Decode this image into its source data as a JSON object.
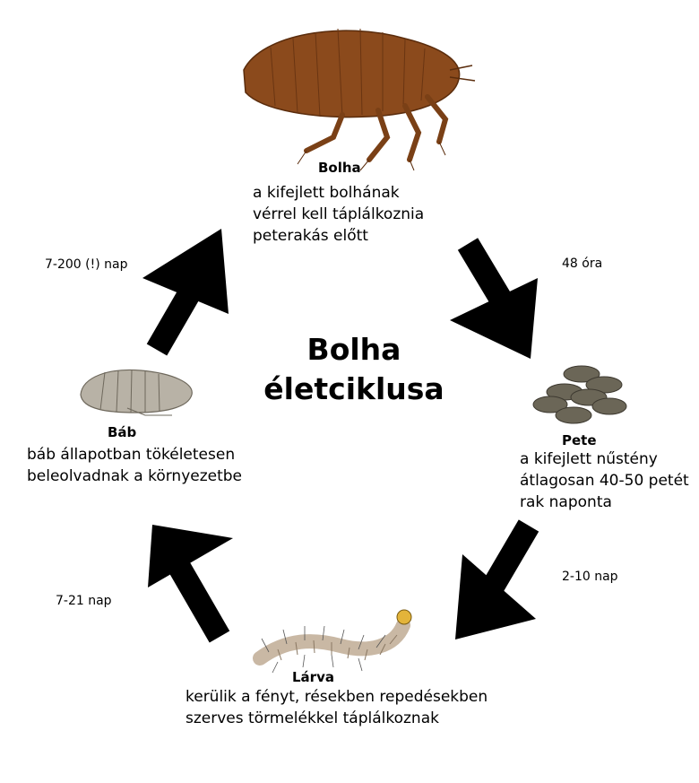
{
  "title": {
    "line1": "Bolha",
    "line2": "életciklusa"
  },
  "stages": {
    "adult": {
      "name": "Bolha",
      "desc": [
        "a kifejlett bolhának",
        "vérrel kell táplálkoznia",
        "peterakás előtt"
      ]
    },
    "egg": {
      "name": "Pete",
      "desc": [
        "a kifejlett nűstény",
        "átlagosan 40-50 petét",
        "rak naponta"
      ]
    },
    "larva": {
      "name": "Lárva",
      "desc": [
        "kerülik a fényt, résekben repedésekben",
        "szerves törmelékkel táplálkoznak"
      ]
    },
    "pupa": {
      "name": "Báb",
      "desc": [
        "báb állapotban tökéletesen",
        "beleolvadnak a környezetbe"
      ]
    }
  },
  "durations": {
    "adult_to_egg": "48 óra",
    "egg_to_larva": "2-10 nap",
    "larva_to_pupa": "7-21 nap",
    "pupa_to_adult": "7-200 (!) nap"
  },
  "colors": {
    "arrow": "#000000",
    "flea": "#8b4a1c",
    "egg": "#6b6657",
    "larva": "#c9b8a4",
    "pupa": "#b8b2a6"
  }
}
